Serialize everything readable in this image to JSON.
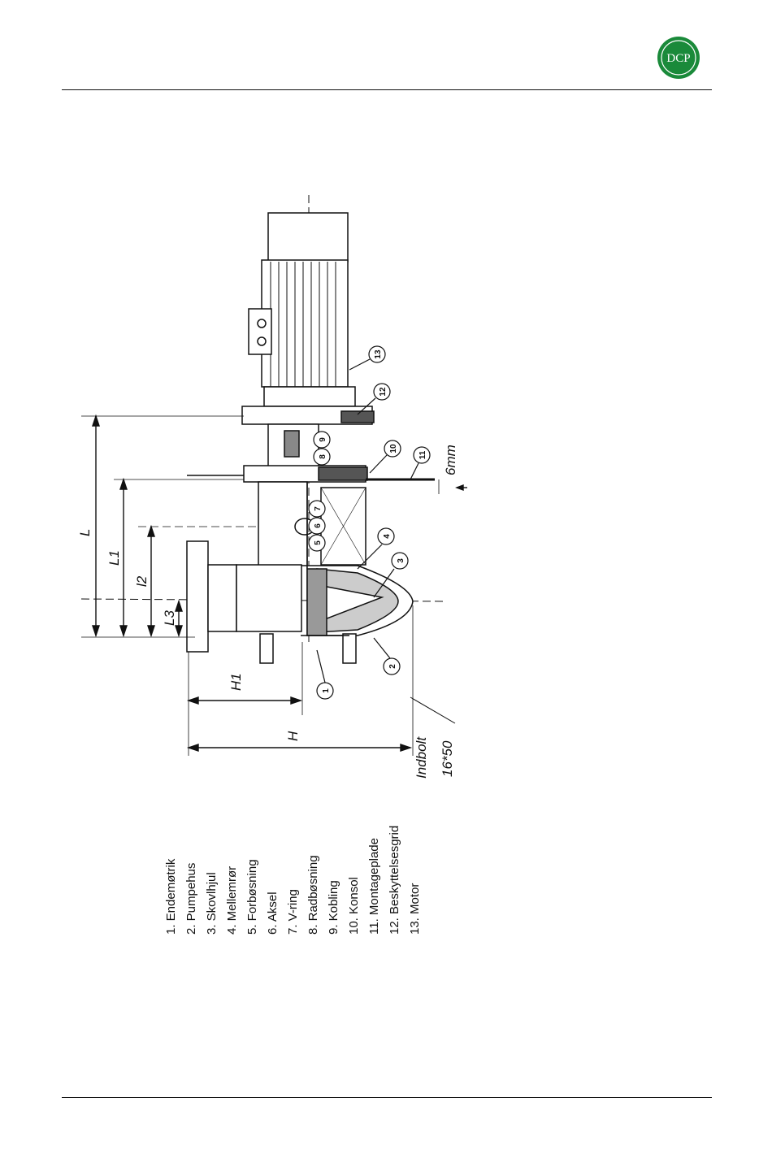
{
  "logo": {
    "text": "DCP",
    "color": "#1a8a3a"
  },
  "diagram": {
    "dimensions": [
      "L",
      "L1",
      "l2",
      "L3",
      "H1",
      "H",
      "6mm"
    ],
    "bolt_note": [
      "Indbolt",
      "16*50"
    ],
    "callouts": [
      "1",
      "2",
      "3",
      "4",
      "5",
      "6",
      "7",
      "8",
      "9",
      "10",
      "11",
      "12",
      "13"
    ]
  },
  "legend": {
    "items": [
      "1.   Endemøtrik",
      "2.   Pumpehus",
      "3.   Skovlhjul",
      "4.   Mellemrør",
      "5.   Forbøsning",
      "6.   Aksel",
      "7.   V-ring",
      "8.   Radbøsning",
      "9.   Kobling",
      "10. Konsol",
      "11. Montageplade",
      "12. Beskyttelsesgrid",
      "13. Motor"
    ]
  }
}
